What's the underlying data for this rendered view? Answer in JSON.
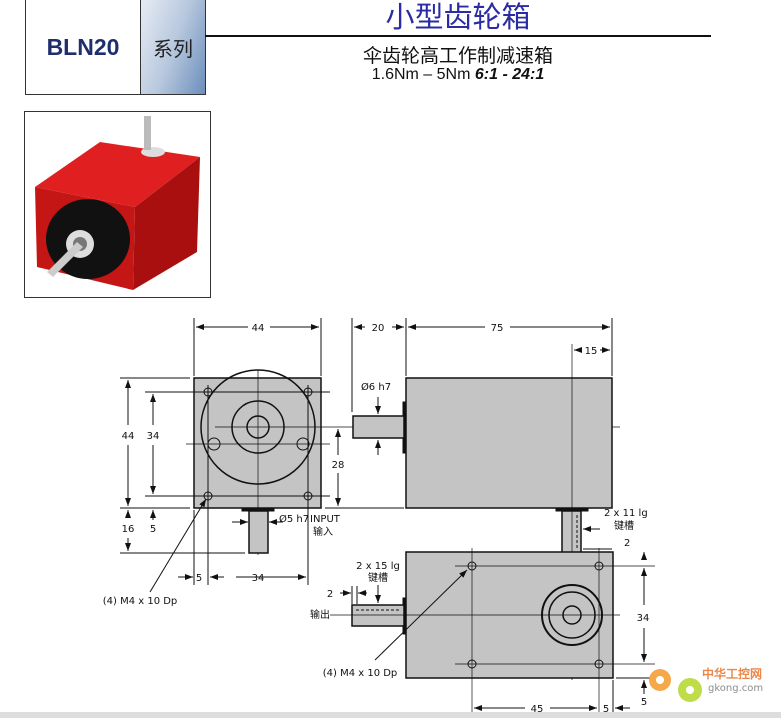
{
  "header": {
    "model": "BLN20",
    "series_label": "系列",
    "title": "小型齿轮箱",
    "subtitle": "伞齿轮高工作制减速箱",
    "torque_range": "1.6Nm – 5Nm",
    "ratio_range": "6:1 - 24:1"
  },
  "drawing": {
    "front_width": "44",
    "front_height": "44",
    "hole_spacing_v": "34",
    "shaft_height": "28",
    "input_length": "16",
    "input_offset": "5",
    "hole_offset_bottom": "5",
    "hole_spacing_h": "34",
    "front_thread": "(4) M4 x 10 Dp",
    "input_dia": "Ø5 h7",
    "input_label": "INPUT",
    "input_label_cn": "输入",
    "output_shaft_length": "20",
    "body_length": "75",
    "input_pos": "15",
    "output_dia": "Ø6 h7",
    "input_key": "2 x 11 lg",
    "keyway_cn": "键槽",
    "input_key_depth": "2",
    "output_key": "2 x 15 lg",
    "output_key_offset": "2",
    "output_label_cn": "输出",
    "bottom_thread": "(4) M4 x 10 Dp",
    "bottom_hole_spacing_v": "34",
    "bottom_hole_spacing_h": "45",
    "bottom_edge_offset": "5",
    "bottom_edge_offset_v": "5"
  },
  "watermark": {
    "site_cn": "中华工控网",
    "site": "gkong.com"
  }
}
